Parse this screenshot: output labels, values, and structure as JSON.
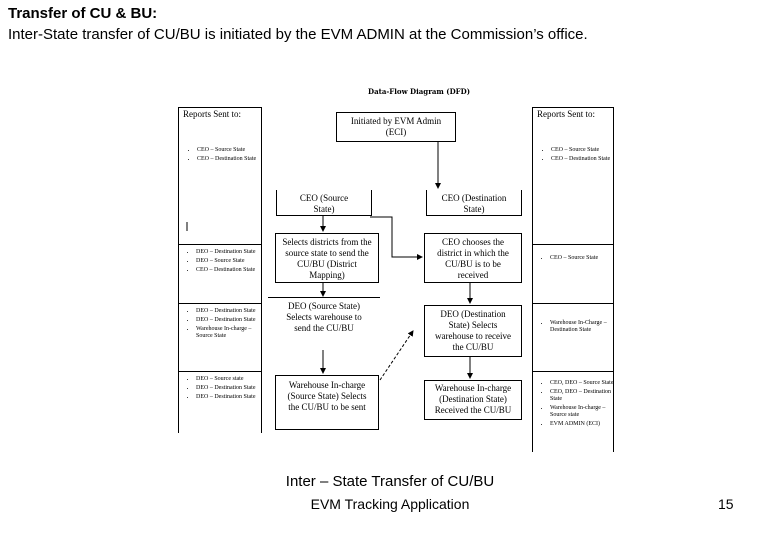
{
  "header": {
    "title": "Transfer of CU & BU:",
    "subtitle": "Inter-State transfer of CU/BU is initiated by the EVM ADMIN at the Commission’s office."
  },
  "diagram": {
    "title": "Data-Flow Diagram (DFD)",
    "nodes": {
      "initiated": "Initiated by EVM Admin (ECI)",
      "ceo_source": "CEO (Source State)",
      "ceo_dest": "CEO (Destination State)",
      "selects_districts": "Selects districts from the source state to send the CU/BU (District Mapping)",
      "ceo_chooses": "CEO chooses the district in which the CU/BU is to be received",
      "deo_source": "DEO (Source State) Selects warehouse to send the CU/BU",
      "deo_dest": "DEO (Destination State) Selects warehouse to receive the CU/BU",
      "wh_source": "Warehouse In-charge (Source State) Selects the CU/BU to be sent",
      "wh_dest": "Warehouse In-charge (Destination State) Received the CU/BU"
    },
    "left": {
      "heading": "Reports Sent to:",
      "groups": [
        [
          "CEO – Source State",
          "CEO – Destination State"
        ],
        [
          "DEO – Destination State",
          "DEO – Source State",
          "CEO – Destination State"
        ],
        [
          "DEO – Destination State",
          "DEO – Destination State",
          "Warehouse In-charge – Source State"
        ],
        [
          "DEO – Source state",
          "DEO – Destination State",
          "DEO – Destination State"
        ]
      ]
    },
    "right": {
      "heading": "Reports Sent to:",
      "groups": [
        [
          "CEO – Source State",
          "CEO – Destination State"
        ],
        [
          "CEO – Source State"
        ],
        [
          "Warehouse In-Charge – Destination State"
        ],
        [
          "CEO, DEO – Source State",
          "CEO, DEO – Destination State",
          "Warehouse In-charge – Source state",
          "EVM ADMIN (ECI)"
        ]
      ]
    }
  },
  "caption": "Inter – State Transfer of CU/BU",
  "footer": {
    "text": "EVM Tracking Application",
    "page": "15"
  }
}
